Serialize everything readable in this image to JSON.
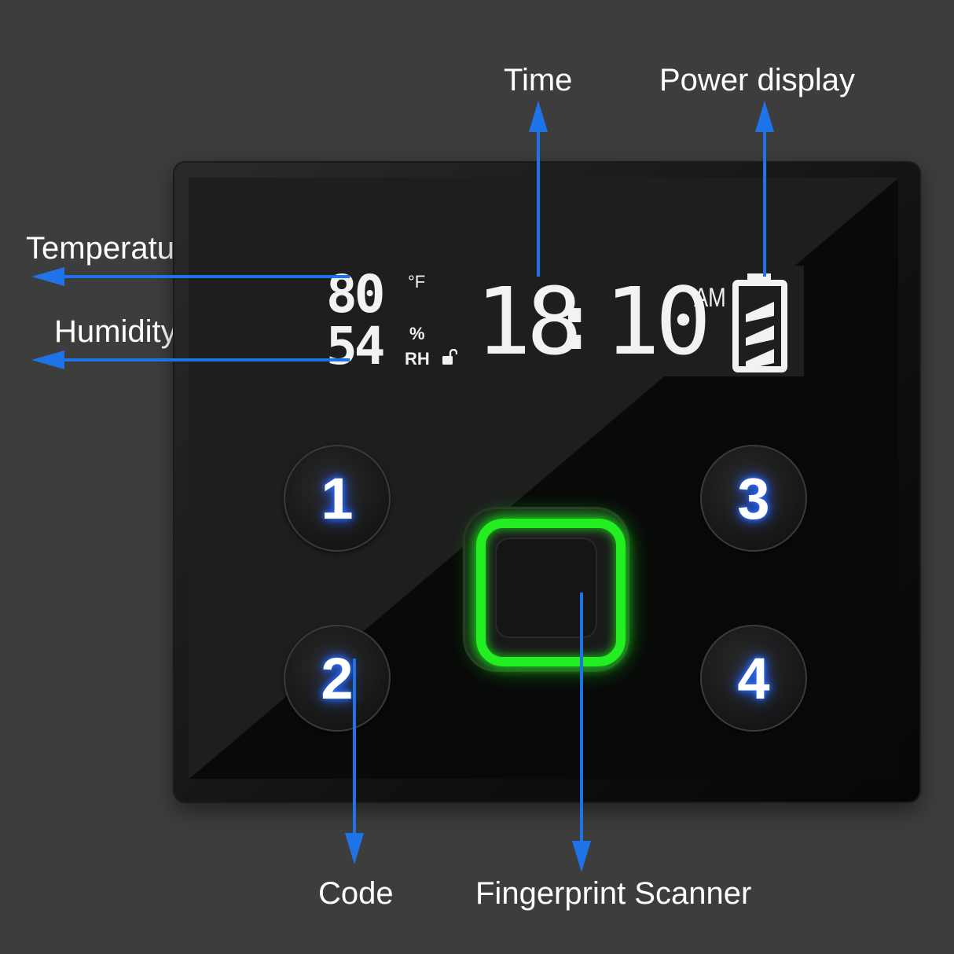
{
  "callouts": {
    "time": "Time",
    "power_display": "Power display",
    "temperature": "Temperature",
    "humidity": "Humidity",
    "code": "Code",
    "fingerprint_scanner": "Fingerprint Scanner"
  },
  "lcd": {
    "temperature_value": "80",
    "temperature_unit": "°F",
    "humidity_value": "54",
    "humidity_unit_percent": "%",
    "humidity_unit_rh": "RH",
    "time_hours": "18",
    "time_colon": ":",
    "time_minutes": "10",
    "meridiem": "AM",
    "battery_level_bars": 3,
    "battery_level_max": 3
  },
  "keypad": {
    "key1": "1",
    "key2": "2",
    "key3": "3",
    "key4": "4"
  },
  "colors": {
    "background": "#3d3d3d",
    "arrow": "#1e73e8",
    "scanner_glow": "#22ee22",
    "key_glow": "#2c6cff"
  },
  "icons": {
    "lock_status": "unlocked-padlock-icon",
    "battery": "battery-icon"
  }
}
